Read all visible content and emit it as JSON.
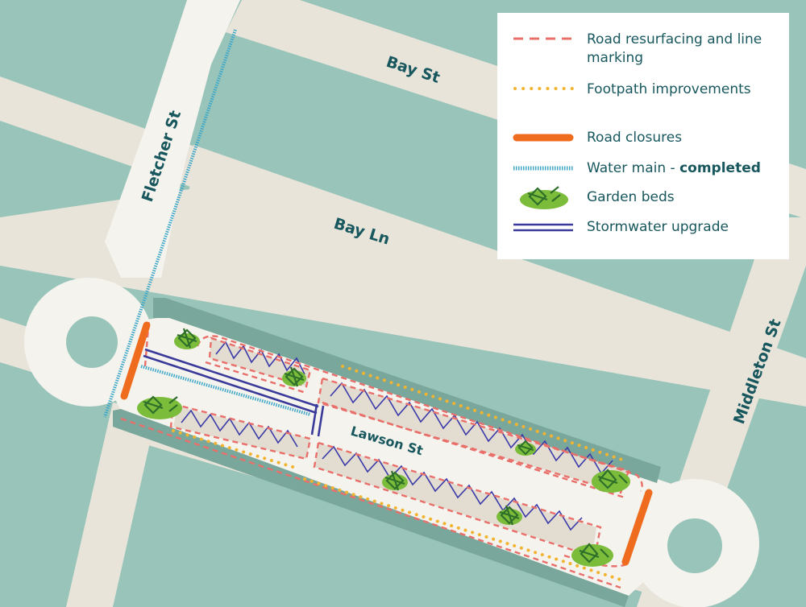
{
  "streets": {
    "bay_st": "Bay St",
    "bay_ln": "Bay Ln",
    "fletcher_st": "Fletcher St",
    "middleton_st": "Middleton St",
    "lawson_st": "Lawson St"
  },
  "legend": {
    "road_resurfacing": "Road resurfacing and line marking",
    "footpath": "Footpath improvements",
    "road_closures": "Road closures",
    "water_main": "Water main - ",
    "water_main_status": "completed",
    "garden_beds": "Garden beds",
    "stormwater": "Stormwater upgrade"
  },
  "colors": {
    "water_land": "#98c4b9",
    "road": "#e8e4da",
    "plaza": "#f4f3ee",
    "resurfacing": "#e96f6a",
    "footpath": "#f2b430",
    "closure": "#ef6c1f",
    "water_main": "#3fa7c8",
    "stormwater": "#3a3a9a",
    "label": "#17575d",
    "garden": "#7cbc3b"
  },
  "icons": {
    "garden_bed": "garden-bed-icon"
  }
}
